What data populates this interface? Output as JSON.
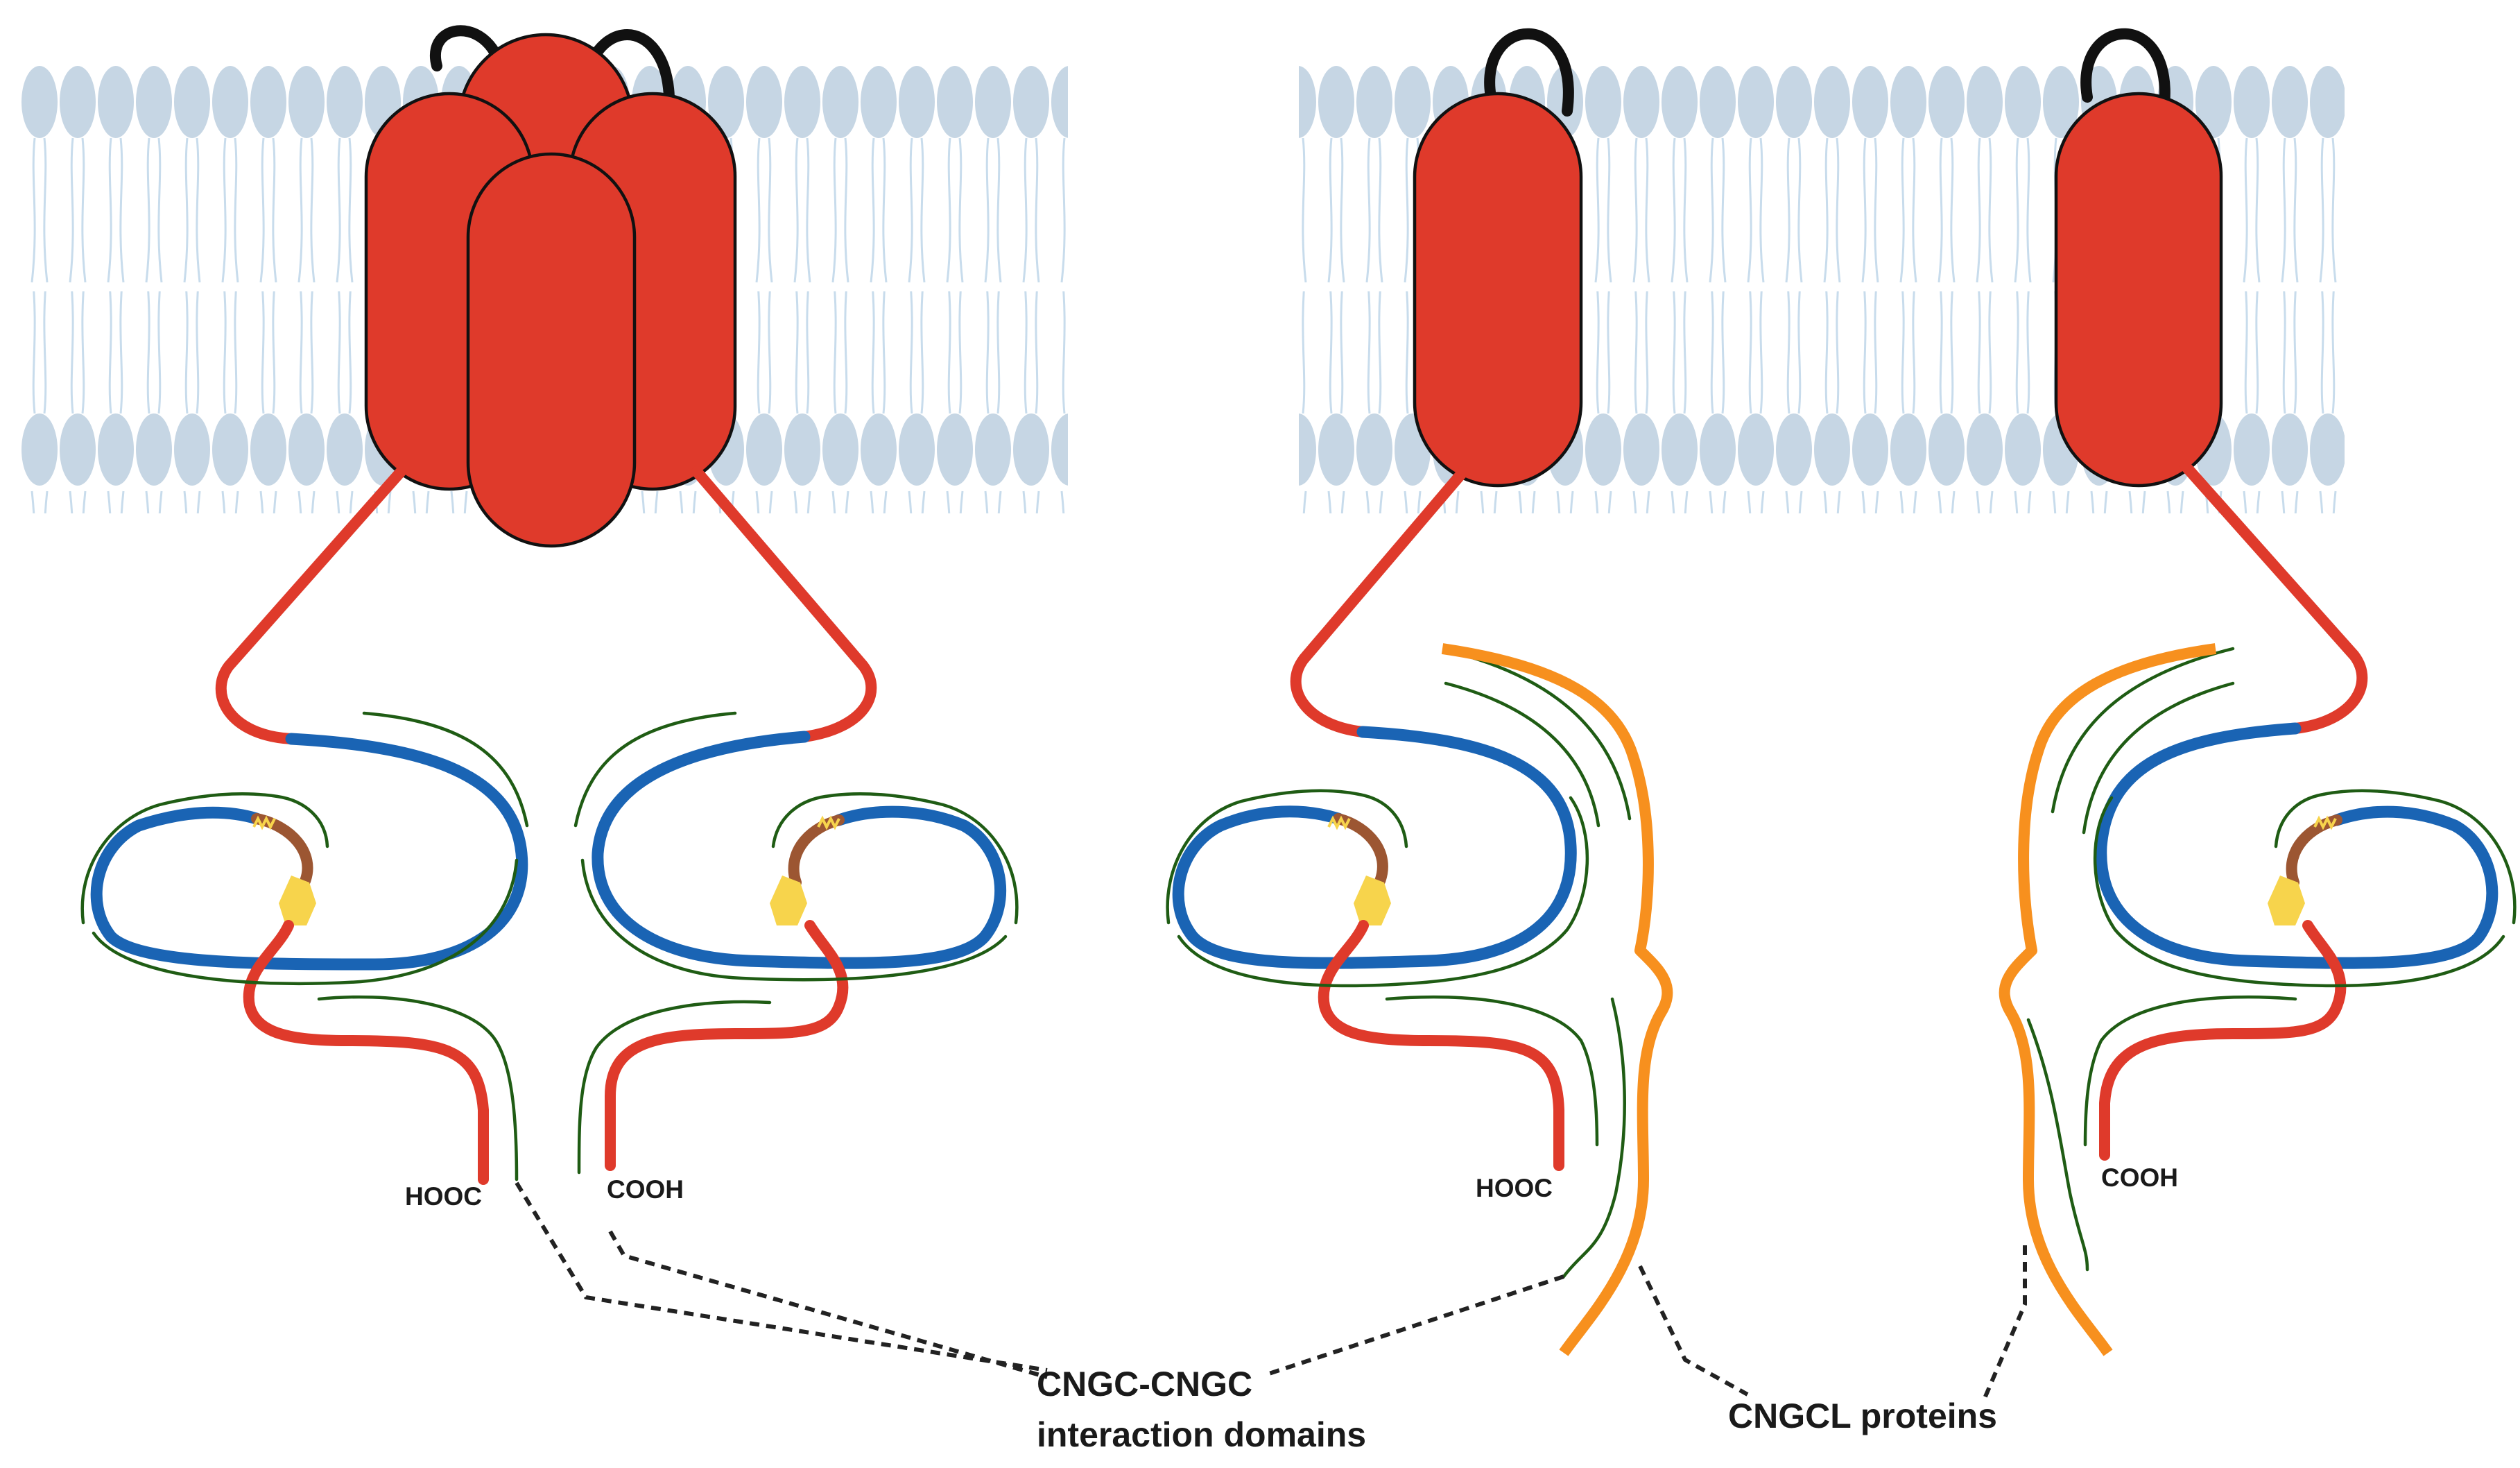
{
  "labels": {
    "left_hooc": "HOOC",
    "left_cooh": "COOH",
    "right_hooc": "HOOC",
    "right_cooh": "COOH",
    "interaction_line1": "CNGC-CNGC",
    "interaction_line2": "interaction domains",
    "cngcl": "CNGCL proteins"
  },
  "colors": {
    "channel": "#df3a2b",
    "cnbd_loop": "#1a64b4",
    "cam_binding": "#9c5632",
    "iq_motif": "#f7d44c",
    "interaction_domain_outline": "#1f5c14",
    "cngcl_protein": "#f7901e",
    "membrane": "#c6d6e4"
  }
}
